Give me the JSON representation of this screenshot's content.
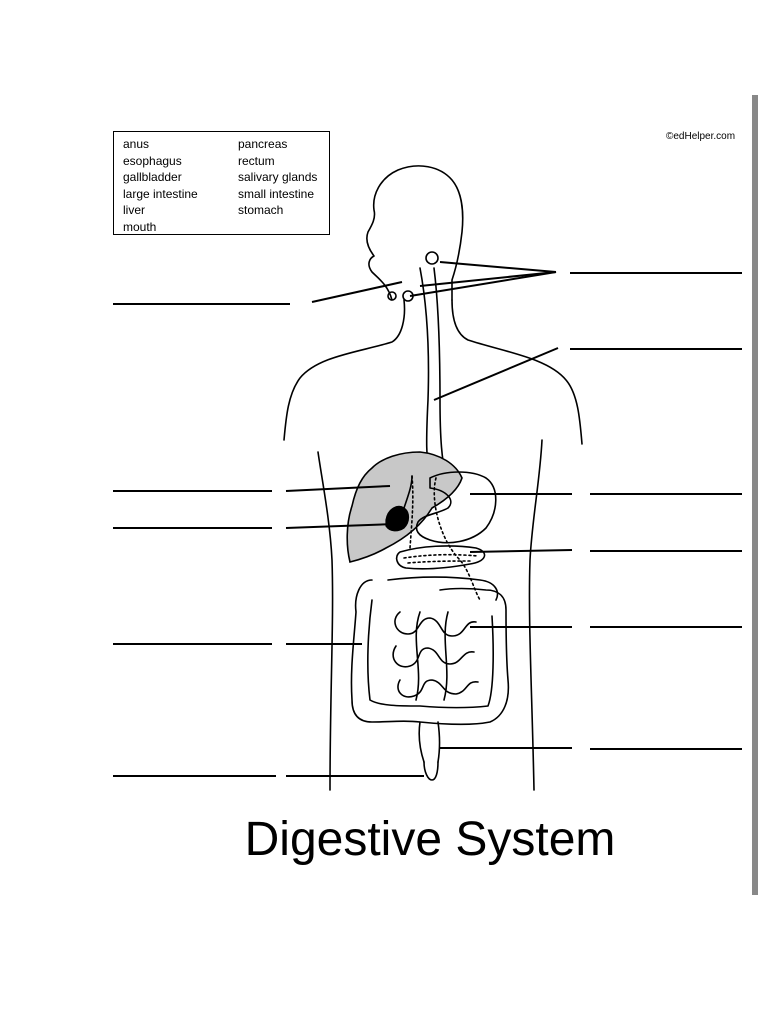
{
  "word_bank": {
    "column_1": [
      "anus",
      "esophagus",
      "gallbladder",
      "large intestine",
      "liver",
      "mouth"
    ],
    "column_2": [
      "pancreas",
      "rectum",
      "salivary glands",
      "small intestine",
      "stomach"
    ]
  },
  "copyright": "©edHelper.com",
  "title": "Digestive System",
  "colors": {
    "organ_fill": "#c8c8c8",
    "gallbladder_fill": "#000000",
    "edge_bar": "#888888"
  }
}
